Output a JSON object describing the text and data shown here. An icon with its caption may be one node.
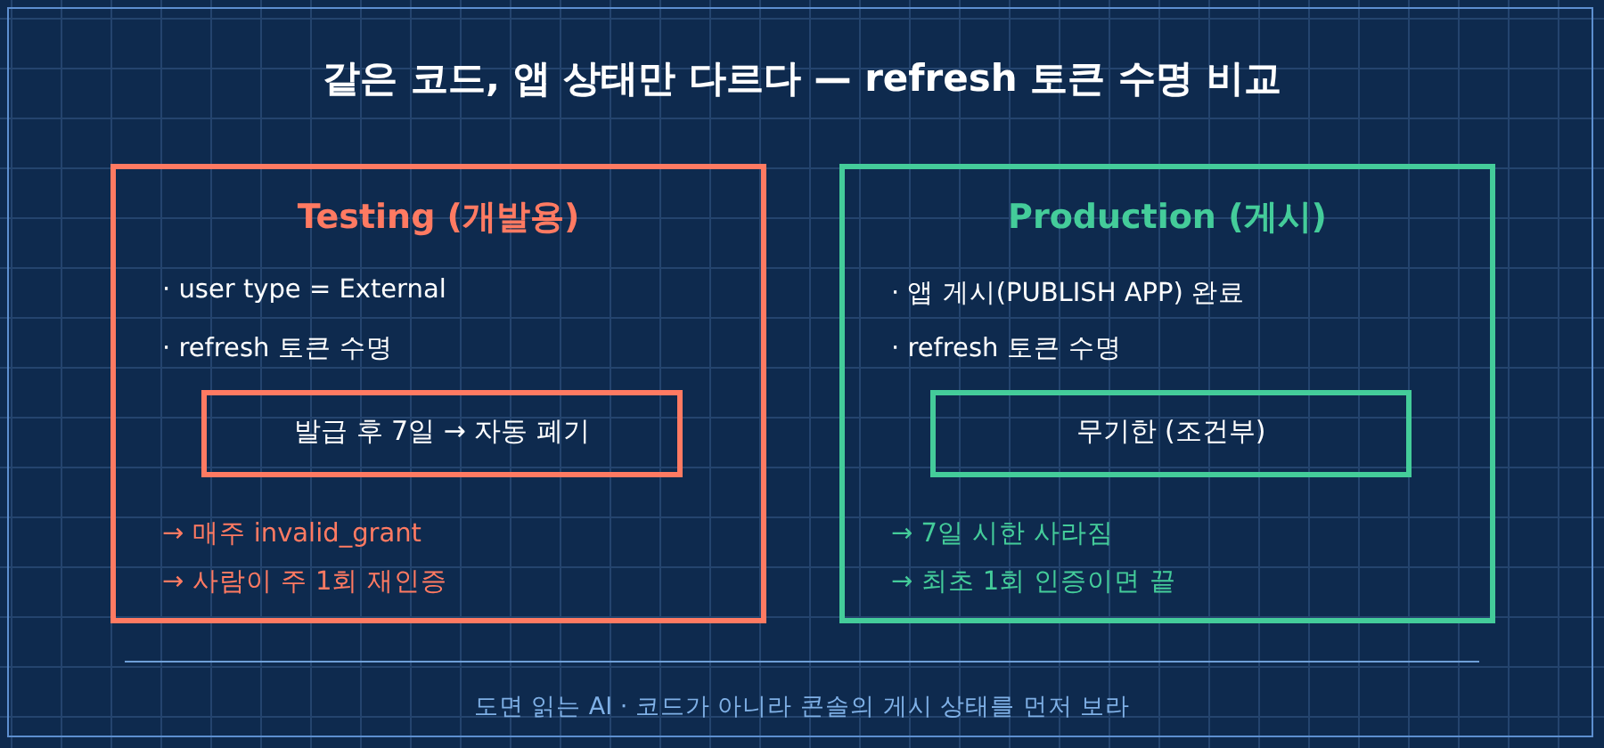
{
  "diagram": {
    "title": "같은 코드, 앱 상태만 다르다 — refresh 토큰 수명 비교",
    "nodes": [
      {
        "text": [
          "Testing (개발용)",
          "· user type = External",
          "· refresh 토큰 수명",
          "→ 매주 invalid_grant",
          "→ 사람이 주 1회 재인증"
        ]
      },
      {
        "text": [
          "발급 후 7일 → 자동 폐기"
        ],
        "in": 0
      },
      {
        "text": [
          "Production (게시)",
          "· 앱 게시(PUBLISH APP) 완료",
          "· refresh 토큰 수명",
          "→ 7일 시한 사라짐",
          "→ 최초 1회 인증이면 끝"
        ]
      },
      {
        "text": [
          "무기한 (조건부)"
        ],
        "in": 2
      }
    ],
    "edges": [],
    "caption": "도면 읽는 AI · 코드가 아니라 콘솔의 게시 상태를 먼저 보라"
  }
}
